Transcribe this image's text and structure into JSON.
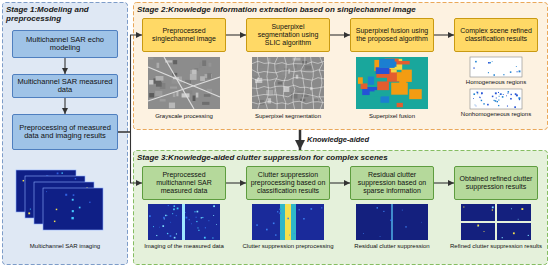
{
  "diagram": {
    "nodes": [
      {
        "text": [
          "Stage 1:Modeling and preprocessing"
        ]
      },
      {
        "text": [
          "Multichannel SAR echo modeling"
        ],
        "in": 0
      },
      {
        "text": [
          "Multichannel SAR measured data"
        ],
        "in": 0
      },
      {
        "text": [
          "Preprocessing of measured data and imaging results"
        ],
        "in": 0
      },
      {
        "text": [
          "Stage 2:Knowledge information extraction based on singlechannel image"
        ]
      },
      {
        "text": [
          "Preprocessed singlechannel image"
        ],
        "in": 4
      },
      {
        "text": [
          "Superpixel segmentation using SLIC algorithm"
        ],
        "in": 4
      },
      {
        "text": [
          "Superpixel fusion using the proposed algorithm"
        ],
        "in": 4
      },
      {
        "text": [
          "Complex scene refined classification results"
        ],
        "in": 4
      },
      {
        "text": [
          "Stage 3:Knowledge-aided clutter suppression for complex scenes"
        ]
      },
      {
        "text": [
          "Preprocessed multichannel SAR measured data"
        ],
        "in": 9
      },
      {
        "text": [
          "Clutter suppression preprocessing based on classification results"
        ],
        "in": 9
      },
      {
        "text": [
          "Residual clutter suppression based on sparse information"
        ],
        "in": 9
      },
      {
        "text": [
          "Obtained refined clutter suppression results"
        ],
        "in": 9
      }
    ],
    "edges": [
      {
        "from": 1,
        "to": 2,
        "arrow": "to"
      },
      {
        "from": 2,
        "to": 3,
        "arrow": "to"
      },
      {
        "from": 3,
        "to": 5,
        "arrow": "to"
      },
      {
        "from": 3,
        "to": 10,
        "arrow": "to"
      },
      {
        "from": 5,
        "to": 6,
        "arrow": "to"
      },
      {
        "from": 6,
        "to": 7,
        "arrow": "to"
      },
      {
        "from": 7,
        "to": 8,
        "arrow": "to"
      },
      {
        "from": 10,
        "to": 11,
        "arrow": "to"
      },
      {
        "from": 11,
        "to": 12,
        "arrow": "to"
      },
      {
        "from": 12,
        "to": 13,
        "arrow": "to"
      },
      {
        "from": 4,
        "to": 9,
        "label": "Knowledge-aided",
        "arrow": "to"
      }
    ],
    "labels": [
      "Multichannel SAR imaging",
      "Grayscale processing",
      "Superpixel segmentation",
      "Superpixel fusion",
      "Homogeneous regions",
      "Nonhomogeneous regions",
      "Imaging of the measured data",
      "Clutter suppression preprocessing",
      "Residual clutter suppression",
      "Refined clutter suppression results"
    ]
  }
}
